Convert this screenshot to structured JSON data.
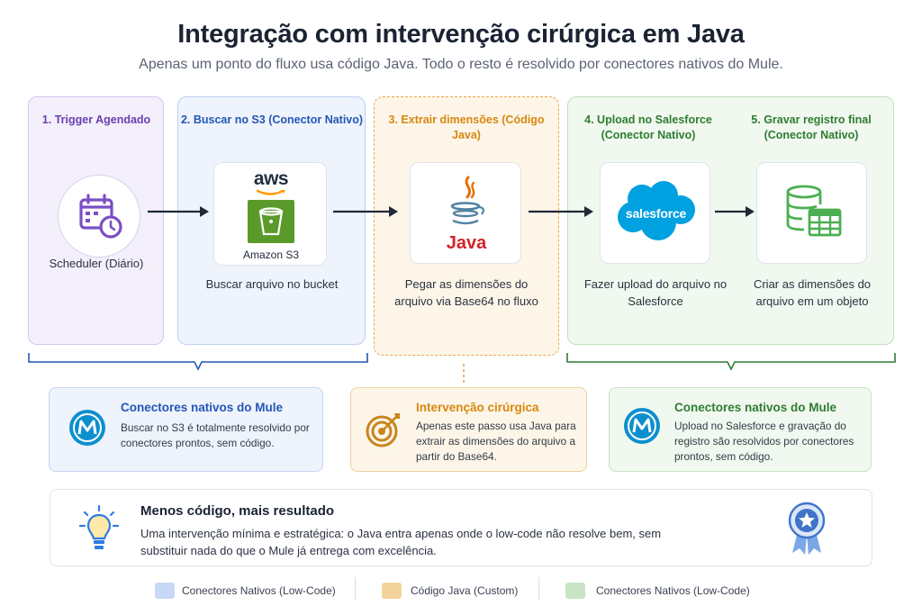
{
  "title": "Integração com intervenção cirúrgica em Java",
  "subtitle": "Apenas um ponto do fluxo usa código Java. Todo o resto é resolvido por conectores nativos do Mule.",
  "steps": [
    {
      "title": "1. Trigger Agendado",
      "icon": "calendar-clock-icon",
      "icon_label": "Scheduler (Diário)",
      "color": "#6a3fb0"
    },
    {
      "title": "2. Buscar no S3 (Conector Nativo)",
      "icon": "aws-s3-icon",
      "logo_text": "aws",
      "icon_label": "Amazon S3",
      "description": "Buscar arquivo no bucket",
      "color": "#2457b5"
    },
    {
      "title": "3. Extrair dimensões (Código Java)",
      "icon": "java-icon",
      "logo_text": "Java",
      "description": "Pegar as dimensões do arquivo via Base64 no fluxo",
      "color": "#d7880f"
    },
    {
      "title": "4. Upload no Salesforce (Conector Nativo)",
      "icon": "salesforce-cloud-icon",
      "logo_text": "salesforce",
      "description": "Fazer upload do arquivo no Salesforce",
      "color": "#2e7d32"
    },
    {
      "title": "5. Gravar registro final (Conector Nativo)",
      "icon": "database-table-icon",
      "description": "Criar as dimensões do arquivo em um objeto",
      "color": "#2e7d32"
    }
  ],
  "info_boxes": [
    {
      "title": "Conectores nativos do Mule",
      "icon": "mulesoft-icon",
      "text": "Buscar no S3 é totalmente resolvido por conectores prontos, sem código."
    },
    {
      "title": "Intervenção cirúrgica",
      "icon": "target-icon",
      "text": "Apenas este passo usa Java para extrair as dimensões do arquivo a partir do Base64."
    },
    {
      "title": "Conectores nativos do Mule",
      "icon": "mulesoft-icon",
      "text": "Upload no Salesforce e gravação do registro são resolvidos por conectores prontos, sem código."
    }
  ],
  "summary": {
    "title": "Menos código, mais resultado",
    "text": "Uma intervenção mínima e estratégica: o Java entra apenas onde o low-code não resolve bem, sem substituir nada do que o Mule já entrega com excelência.",
    "icon": "lightbulb-icon",
    "badge_icon": "award-badge-icon"
  },
  "legend": [
    {
      "label": "Conectores Nativos (Low-Code)",
      "color": "#c9d8f7"
    },
    {
      "label": "Código Java (Custom)",
      "color": "#f3d49c"
    },
    {
      "label": "Conectores Nativos (Low-Code)",
      "color": "#c8e6c5"
    }
  ]
}
